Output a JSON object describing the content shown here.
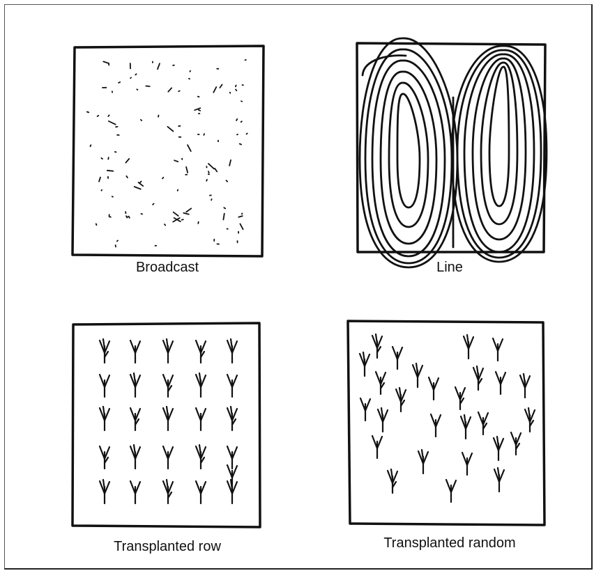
{
  "panels": [
    {
      "id": "broadcast",
      "caption": "Broadcast"
    },
    {
      "id": "line",
      "caption": "Line"
    },
    {
      "id": "transplanted-row",
      "caption": "Transplanted row"
    },
    {
      "id": "transplanted-random",
      "caption": "Transplanted random"
    }
  ],
  "colors": {
    "ink": "#111111",
    "background": "#ffffff"
  }
}
